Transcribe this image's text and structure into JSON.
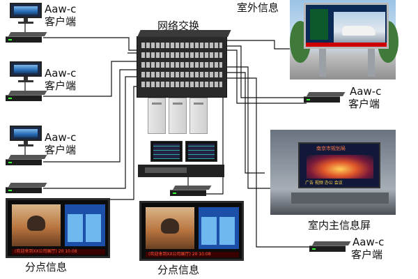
{
  "labels": {
    "client_name": "Aaw-c",
    "client_sub": "客户端",
    "switch": "网络交换",
    "outdoor": "室外信息",
    "indoor_main": "室内主信息屏",
    "branch_info": "分点信息"
  },
  "panel_ticker": "(欢迎来到XX公司展厅) 20 10.08",
  "indoor_screen_title": "南京市规划局",
  "indoor_screen_bottom": "广告   视频   办公   会议",
  "colors": {
    "wire": "#111111",
    "background": "#ffffff"
  }
}
